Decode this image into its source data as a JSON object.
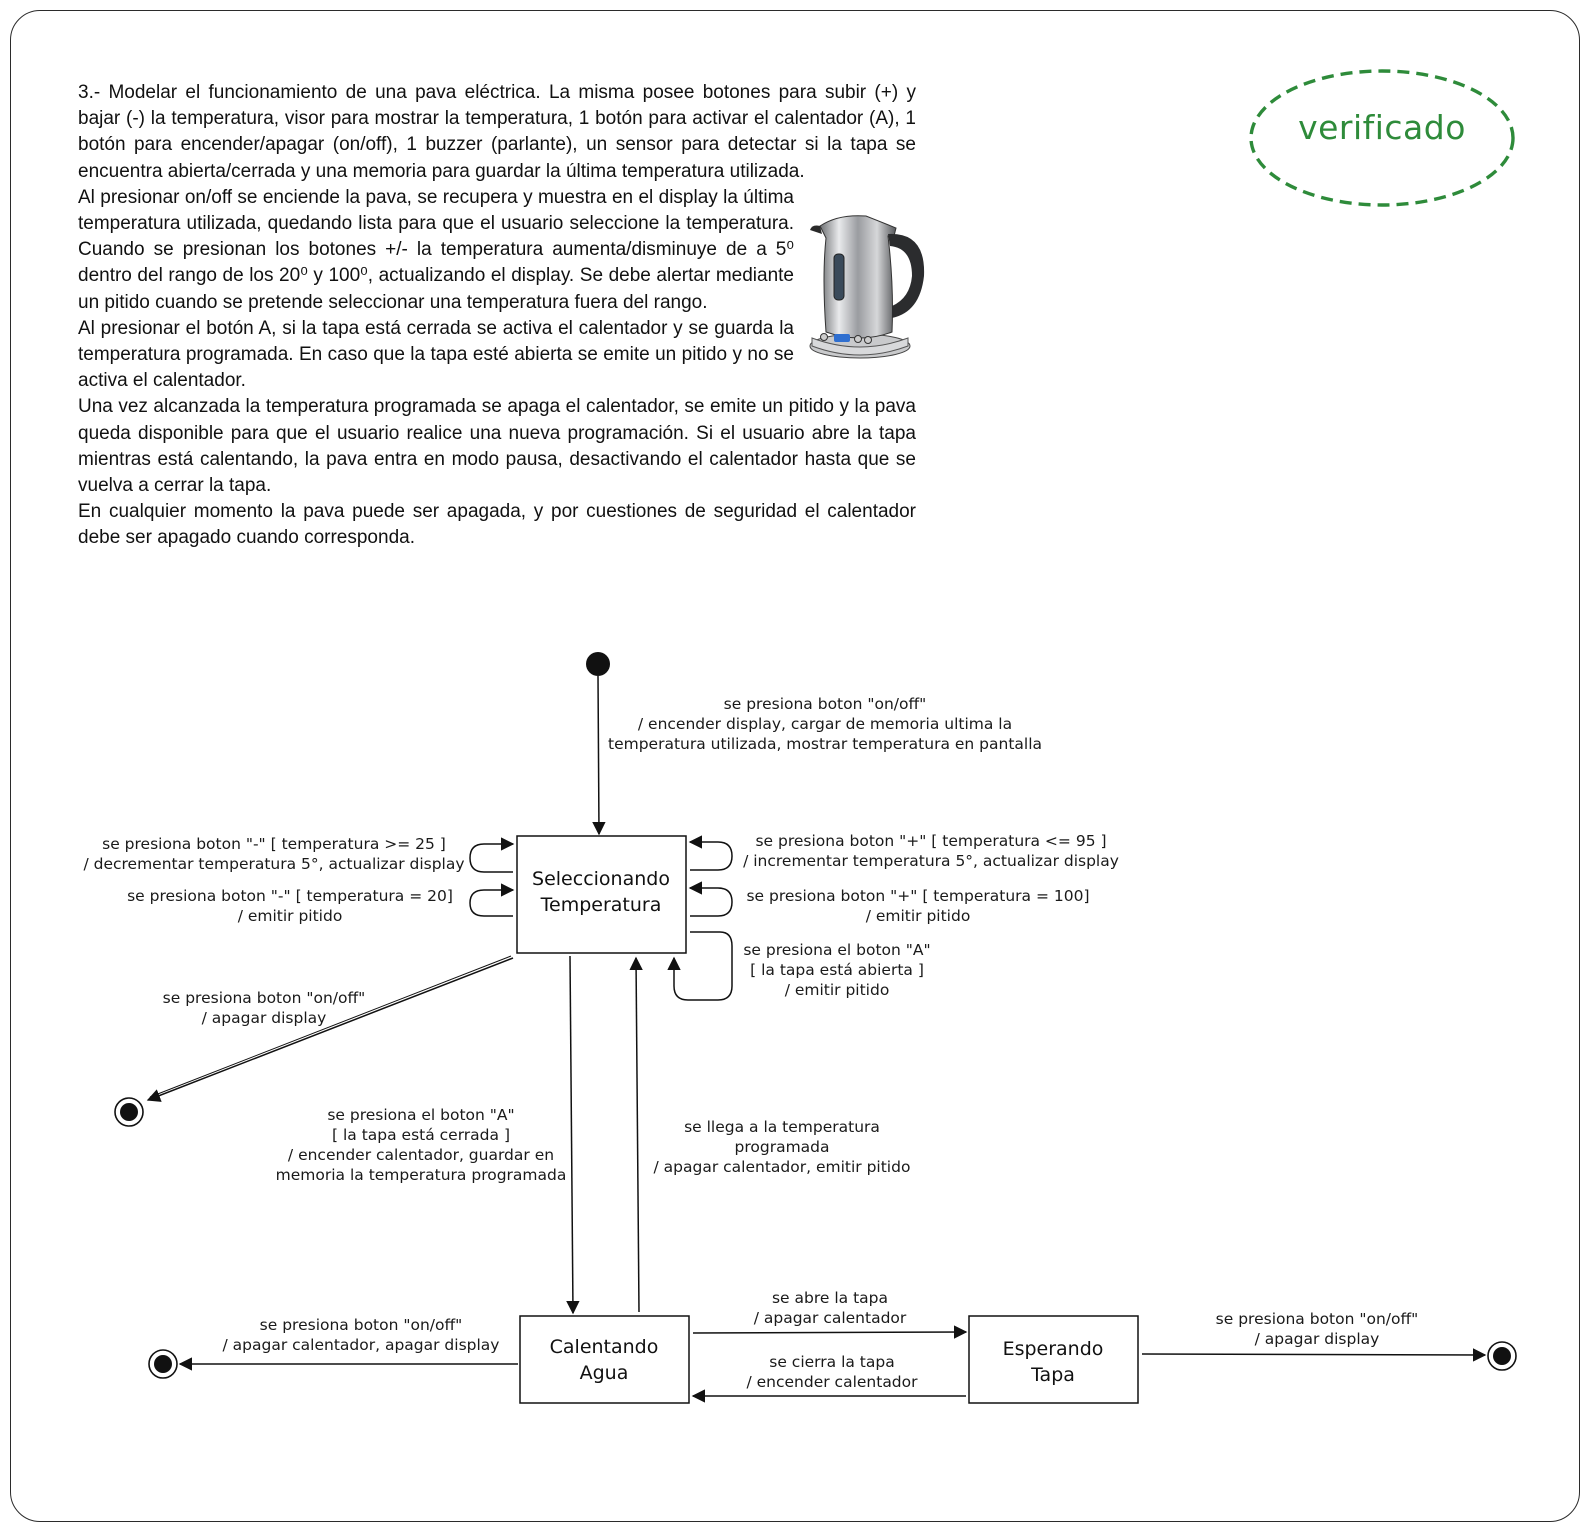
{
  "stamp": {
    "text": "verificado",
    "color": "#2e8b3a"
  },
  "statement": {
    "p1": "3.- Modelar el funcionamiento de una pava eléctrica. La misma posee botones para subir (+) y bajar (-) la temperatura, visor para mostrar la temperatura, 1 botón para activar el calentador (A), 1 botón para encender/apagar (on/off), 1 buzzer (parlante), un sensor para detectar si la tapa se encuentra abierta/cerrada y una memoria para guardar la última temperatura utilizada.",
    "p2": "Al presionar on/off se enciende la pava, se recupera y muestra en el display la última temperatura utilizada, quedando lista para que el usuario seleccione la temperatura. Cuando se presionan los botones +/- la temperatura aumenta/disminuye de a 5⁰ dentro del rango de los 20⁰ y 100⁰, actualizando el display. Se debe alertar mediante un pitido cuando se pretende seleccionar una temperatura fuera del rango.",
    "p3": "Al presionar el botón A, si la tapa está cerrada se activa el calentador y se guarda la temperatura programada. En caso que la tapa esté abierta se emite un pitido y no se activa el calentador.",
    "p4": "Una vez alcanzada la temperatura programada se apaga el calentador, se emite un pitido y la pava queda disponible para que el usuario realice una nueva programación. Si el usuario abre la tapa mientras está calentando, la pava entra en modo pausa, desactivando el calentador hasta que se vuelva a cerrar la tapa.",
    "p5": "En cualquier momento la pava puede ser apagada, y por cuestiones de seguridad el calentador debe ser apagado cuando corresponda."
  },
  "image": {
    "icon": "electric-kettle-icon"
  },
  "states": {
    "seleccionando": [
      "Seleccionando",
      "Temperatura"
    ],
    "calentando": [
      "Calentando",
      "Agua"
    ],
    "esperando": [
      "Esperando",
      "Tapa"
    ]
  },
  "transitions": {
    "initial": [
      "se presiona boton \"on/off\"",
      "/ encender display, cargar de memoria ultima la",
      "temperatura utilizada, mostrar temperatura en pantalla"
    ],
    "minus_ok": [
      "se presiona boton \"-\" [ temperatura >= 25 ]",
      "/ decrementar temperatura 5°, actualizar display"
    ],
    "minus_limit": [
      "se presiona boton \"-\" [ temperatura = 20]",
      "/ emitir pitido"
    ],
    "plus_ok": [
      "se presiona boton \"+\" [ temperatura <= 95 ]",
      "/ incrementar temperatura 5°, actualizar display"
    ],
    "plus_limit": [
      "se presiona boton \"+\" [ temperatura = 100]",
      "/ emitir pitido"
    ],
    "a_open": [
      "se presiona el boton \"A\"",
      "[ la tapa está abierta ]",
      "/ emitir pitido"
    ],
    "off_select": [
      "se presiona boton \"on/off\"",
      "/ apagar display"
    ],
    "a_closed": [
      "se presiona el boton \"A\"",
      "[ la tapa está cerrada ]",
      "/ encender calentador, guardar en",
      "memoria la temperatura programada"
    ],
    "reached": [
      "se llega a la temperatura",
      "programada",
      "/ apagar calentador, emitir pitido"
    ],
    "off_heating": [
      "se presiona boton \"on/off\"",
      "/ apagar calentador, apagar display"
    ],
    "lid_open": [
      "se abre la tapa",
      "/ apagar calentador"
    ],
    "lid_close": [
      "se cierra la tapa",
      "/ encender calentador"
    ],
    "off_waiting": [
      "se presiona boton \"on/off\"",
      "/ apagar display"
    ]
  }
}
